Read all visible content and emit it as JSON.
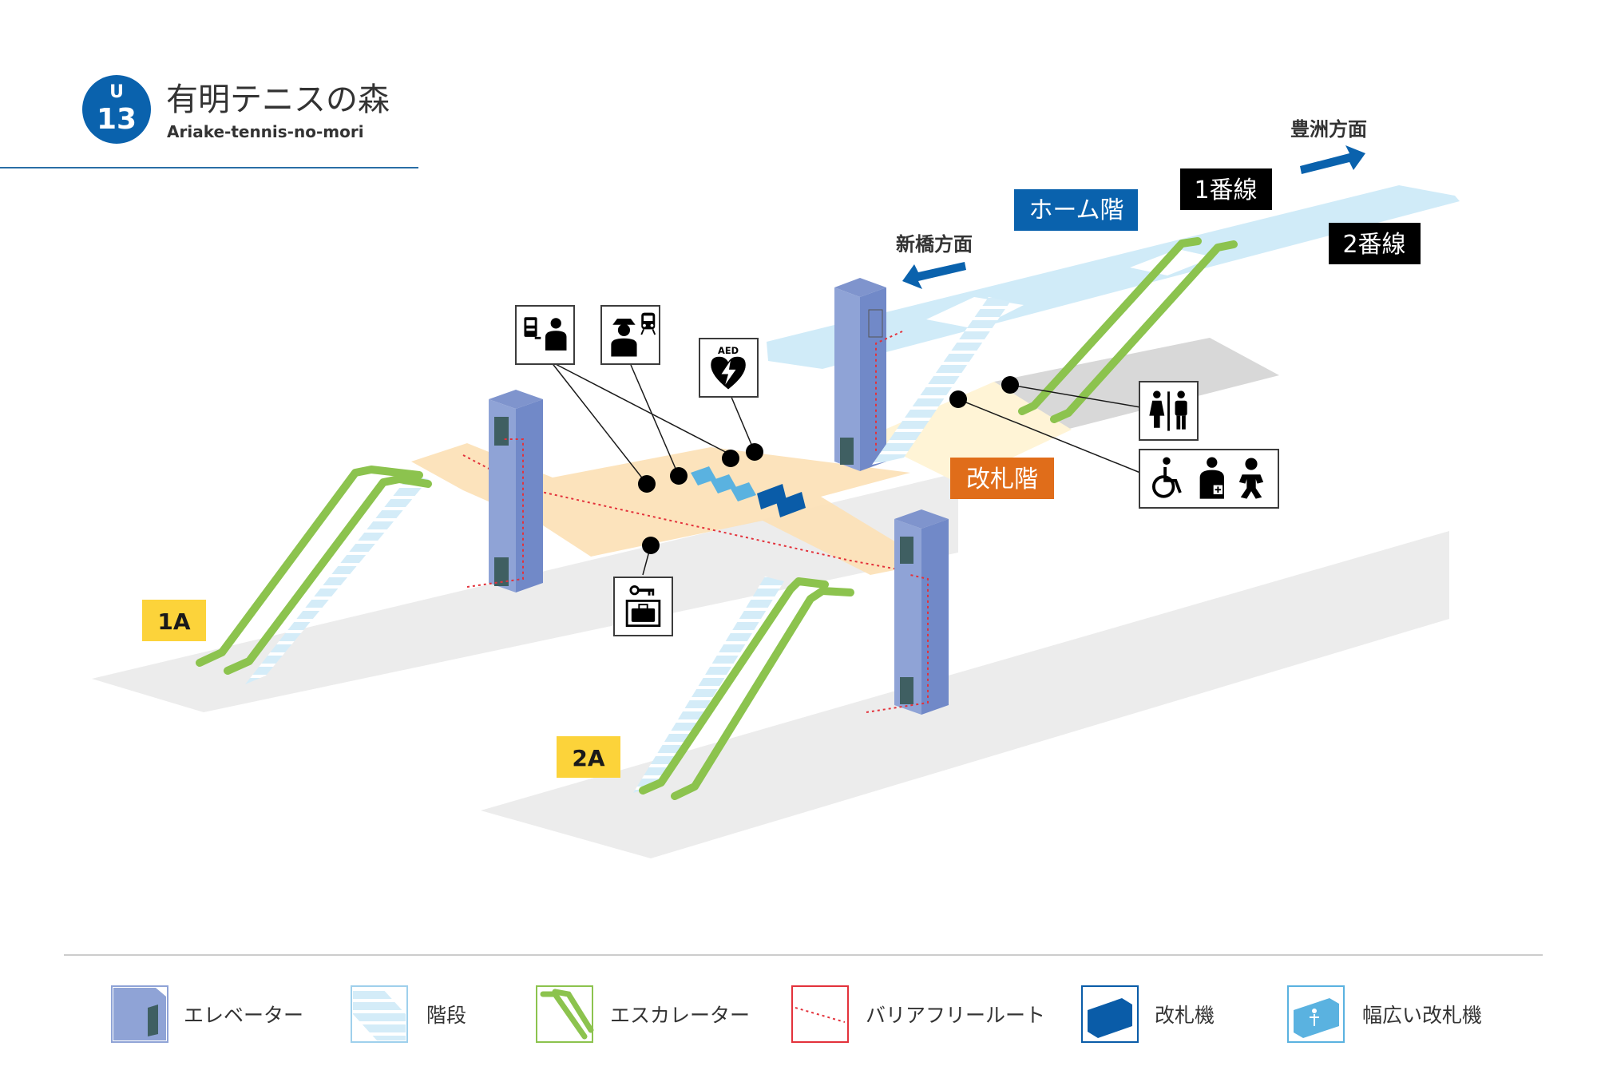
{
  "station": {
    "line_letter": "U",
    "number": "13",
    "name_ja": "有明テニスの森",
    "name_en": "Ariake-tennis-no-mori",
    "badge_color": "#0a62ad"
  },
  "floors": {
    "platform": "ホーム階",
    "concourse": "改札階"
  },
  "directions": {
    "toyosu": "豊洲方面",
    "shimbashi": "新橋方面"
  },
  "tracks": {
    "track1": "1番線",
    "track2": "2番線"
  },
  "exits": {
    "exit_1a": "1A",
    "exit_2a": "2A"
  },
  "facility_icons": {
    "ticket_office": "ticket-machine-and-staff-icon",
    "station_staff": "station-staff-and-train-icon",
    "aed": "AED",
    "coin_locker": "coin-locker-icon",
    "restrooms": "restroom-icons",
    "multipurpose": "wheelchair-ostomate-baby-icons"
  },
  "legend": {
    "elevator": "エレベーター",
    "stairs": "階段",
    "escalator": "エスカレーター",
    "barrier_free": "バリアフリールート",
    "gate": "改札機",
    "wide_gate": "幅広い改札機"
  },
  "colors": {
    "elevator": "#8fa3d6",
    "escalator": "#8cc34e",
    "platform": "#c9e8f5",
    "concourse": "#fde3bb",
    "platform_label": "#0a62ad",
    "concourse_label": "#e06d1a",
    "exit_label": "#fcd33a",
    "route": "#e3323b",
    "gate": "#0a5ca8",
    "wide_gate": "#5ab2e0"
  }
}
